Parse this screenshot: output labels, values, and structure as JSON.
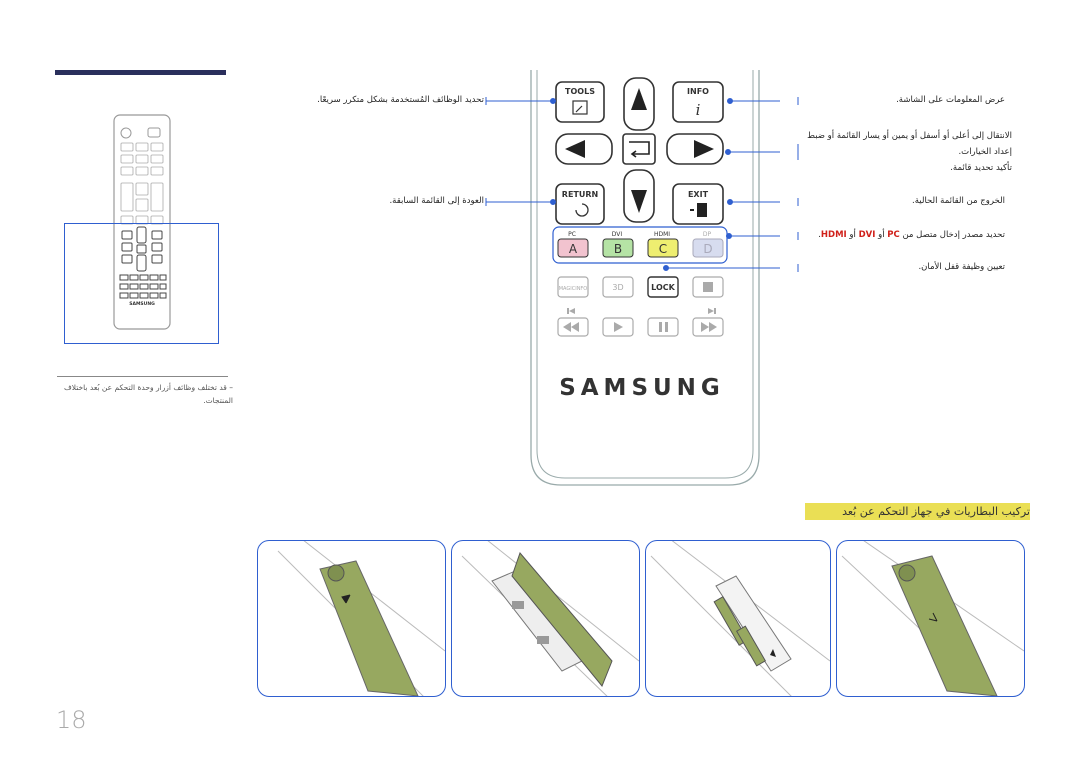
{
  "callouts": {
    "tools": "تحديد الوظائف المُستخدمة بشكل متكرر سريعًا.",
    "return": "العودة إلى القائمة السابقة.",
    "info": "عرض المعلومات على الشاشة.",
    "nav_line1": "الانتقال إلى أعلى أو أسفل أو يمين أو يسار القائمة أو ضبط",
    "nav_line2": "إعداد الخيارات.",
    "nav_line3": "تأكيد تحديد قائمة.",
    "exit": "الخروج من القائمة الحالية.",
    "source_prefix": "تحديد مصدر إدخال متصل من",
    "source_pc": "PC",
    "source_or1": "أو",
    "source_dvi": "DVI",
    "source_or2": "أو",
    "source_hdmi": "HDMI",
    "source_end": ".",
    "lock": "تعيين وظيفة قفل الأمان."
  },
  "remote": {
    "tools": "TOOLS",
    "info": "INFO",
    "return": "RETURN",
    "exit": "EXIT",
    "pc": "PC",
    "dvi": "DVI",
    "hdmi": "HDMI",
    "dp": "DP",
    "a": "A",
    "b": "B",
    "c": "C",
    "d": "D",
    "magicinfo": "MAGICINFO",
    "three_d": "3D",
    "lock": "LOCK",
    "brand": "SAMSUNG",
    "small_brand": "SAMSUNG"
  },
  "footnote": "– قد تختلف وظائف أزرار وحدة التحكم عن بُعد باختلاف المنتجات.",
  "section_heading": "تركيب البطاريات في جهاز التحكم عن بُعد",
  "page_number": "18",
  "colors": {
    "accent_blue": "#2f5fd0",
    "heading_bg": "#eadf55",
    "cover_green": "#97a860",
    "red": "#d0201a"
  }
}
